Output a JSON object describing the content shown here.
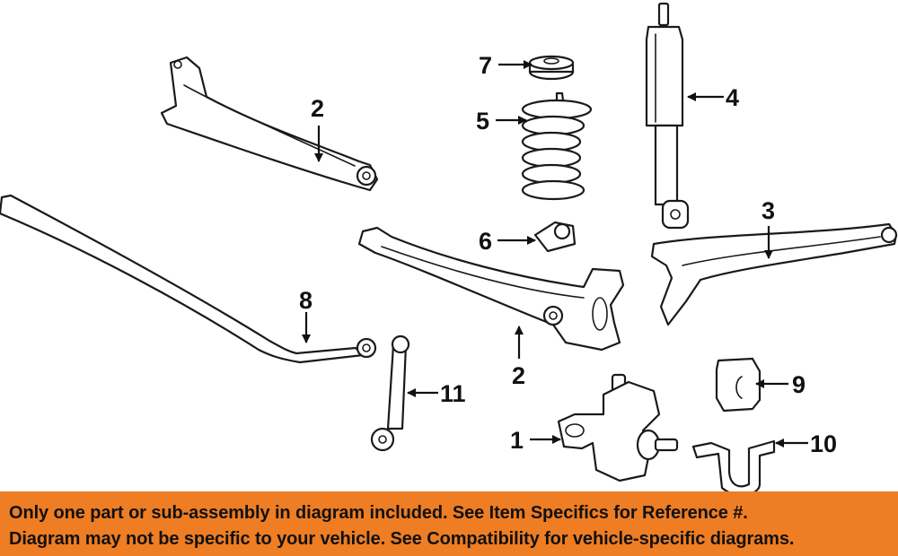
{
  "diagram": {
    "callouts": [
      "1",
      "2",
      "2",
      "3",
      "4",
      "5",
      "6",
      "7",
      "8",
      "9",
      "10",
      "11"
    ]
  },
  "notice": {
    "line1": "Only one part or sub-assembly in diagram included. See Item Specifics for Reference #.",
    "line2": "Diagram may not be specific to your vehicle. See Compatibility for vehicle-specific diagrams.",
    "background_color": "#ee7d23"
  }
}
